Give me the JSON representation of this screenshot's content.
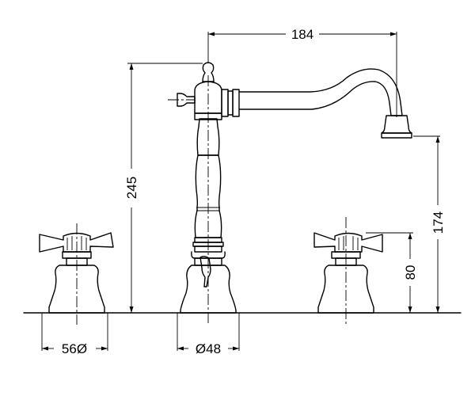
{
  "dimensions": {
    "spout_reach": "184",
    "total_height": "245",
    "spout_height": "174",
    "handle_height": "80",
    "handle_base_diameter": "56Ø",
    "spout_base_diameter": "Ø48"
  }
}
